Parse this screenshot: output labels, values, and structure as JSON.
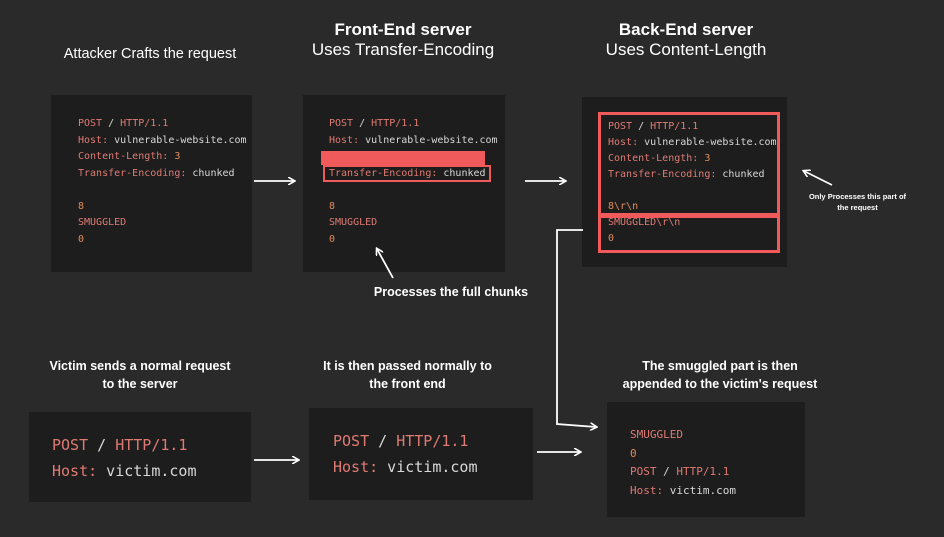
{
  "headings": {
    "attacker": "Attacker Crafts the request",
    "frontend_title": "Front-End server",
    "frontend_sub": "Uses Transfer-Encoding",
    "backend_title": "Back-End server",
    "backend_sub": "Uses Content-Length"
  },
  "captions": {
    "processes": "Processes the full chunks",
    "only_processes_1": "Only Processes this part of",
    "only_processes_2": "the request",
    "victim_1": "Victim sends a normal request",
    "victim_2": "to the server",
    "passed_1": "It is then passed normally to",
    "passed_2": "the front end",
    "smuggled_1": "The smuggled part is then",
    "smuggled_2": "appended to the victim's request"
  },
  "request": {
    "method": "POST",
    "path": " / ",
    "proto": "HTTP/1.1",
    "host_key": "Host:",
    "host_val": " vulnerable-website.com",
    "cl_key": "Content-Length:",
    "cl_val": " 3",
    "te_key": "Transfer-Encoding:",
    "te_val": " chunked",
    "chunk_size": "8",
    "smuggled": "SMUGGLED",
    "zero": "0",
    "chunk_size_crlf": "8\\r\\n",
    "smuggled_crlf": "SMUGGLED\\r\\n"
  },
  "victim": {
    "method": "POST",
    "path": " / ",
    "proto": "HTTP/1.1",
    "host_key": "Host:",
    "host_val": " victim.com"
  },
  "colors": {
    "highlight": "#f05a5a",
    "keyword": "#e07b73"
  }
}
